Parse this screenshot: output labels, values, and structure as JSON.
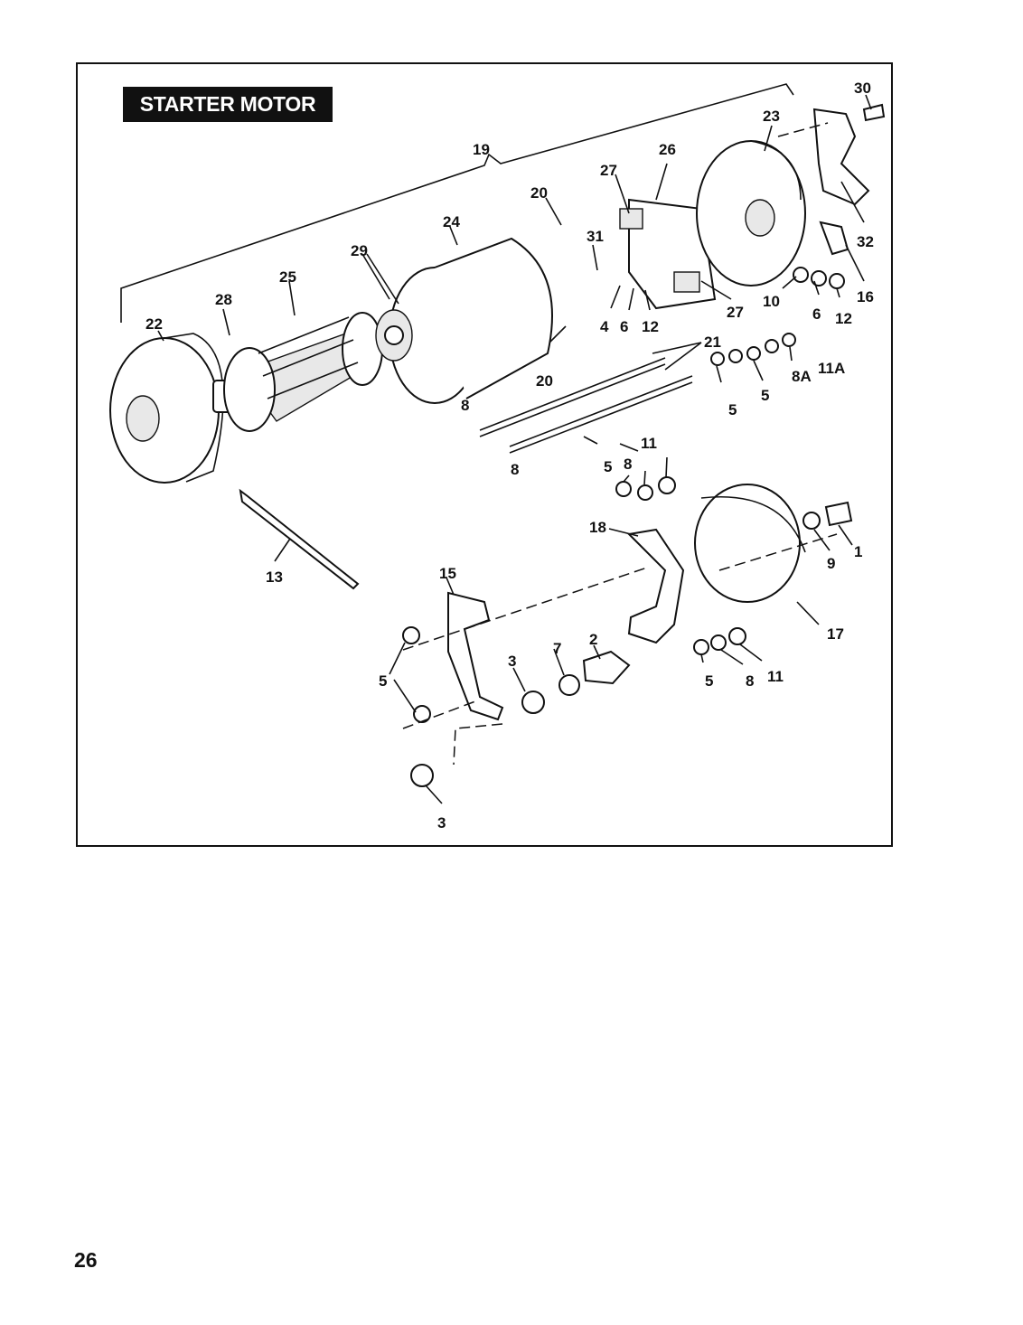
{
  "title": "STARTER MOTOR",
  "page_number": "26",
  "labels": {
    "l30": "30",
    "l23": "23",
    "l19": "19",
    "l26": "26",
    "l27a": "27",
    "l20a": "20",
    "l24": "24",
    "l31": "31",
    "l29": "29",
    "l25": "25",
    "l28": "28",
    "l22": "22",
    "l32": "32",
    "l16": "16",
    "l10": "10",
    "l6a": "6",
    "l12a": "12",
    "l27b": "27",
    "l4": "4",
    "l6b": "6",
    "l12b": "12",
    "l20b": "20",
    "l21": "21",
    "l5a": "5",
    "l5b": "5",
    "l8a": "8",
    "l8b": "8",
    "l8A": "8A",
    "l11A": "11A",
    "l11a": "11",
    "l5c": "5",
    "l8c": "8",
    "l18": "18",
    "l15": "15",
    "l13": "13",
    "l1": "1",
    "l9": "9",
    "l17": "17",
    "l7": "7",
    "l2": "2",
    "l3a": "3",
    "l5d": "5",
    "l5e": "5",
    "l8d": "8",
    "l11b": "11",
    "l3b": "3"
  }
}
